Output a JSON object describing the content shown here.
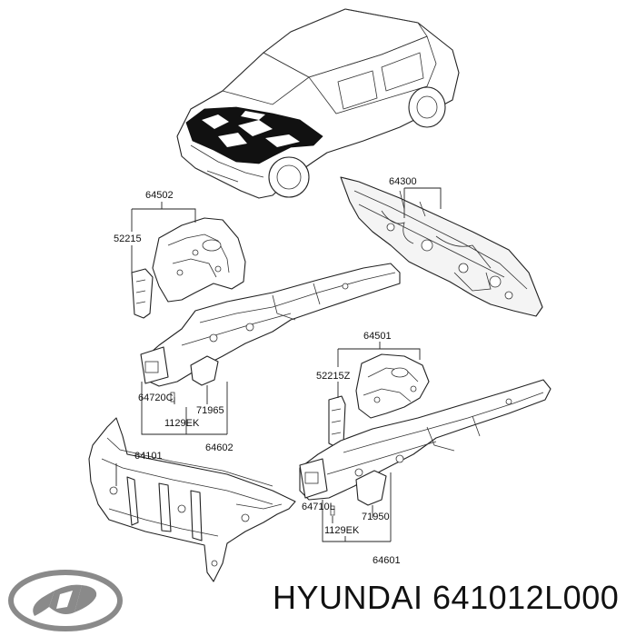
{
  "diagram": {
    "labels": {
      "p64300": "64300",
      "p64502": "64502",
      "p52215": "52215",
      "p64501": "64501",
      "p52215z": "52215Z",
      "p64720c": "64720C",
      "p71965": "71965",
      "p1129ek_top": "1129EK",
      "p64602": "64602",
      "p64101": "64101",
      "p64710l": "64710L",
      "p71950": "71950",
      "p1129ek_bottom": "1129EK",
      "p64601": "64601"
    }
  },
  "caption": {
    "text": "HYUNDAI 641012L000"
  }
}
